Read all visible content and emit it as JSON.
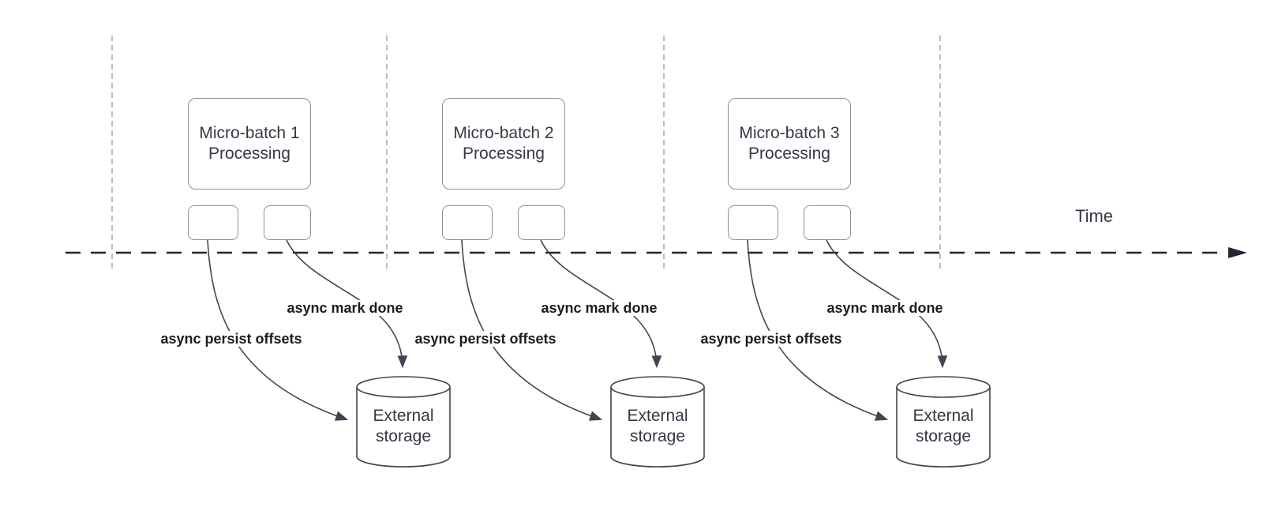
{
  "diagram": {
    "time_label": "Time",
    "groups": [
      {
        "title": "Micro-batch 1\nProcessing",
        "persist_label": "async persist offsets",
        "done_label": "async mark done",
        "storage_label": "External\nstorage"
      },
      {
        "title": "Micro-batch 2\nProcessing",
        "persist_label": "async persist offsets",
        "done_label": "async mark done",
        "storage_label": "External\nstorage"
      },
      {
        "title": "Micro-batch 3\nProcessing",
        "persist_label": "async persist offsets",
        "done_label": "async mark done",
        "storage_label": "External\nstorage"
      }
    ],
    "colors": {
      "arrow_line": "#3f4650",
      "timeline": "#23262e",
      "interval_divider": "#a8a8a8",
      "shape_stroke": "#8b9099",
      "shape_text": "#333945",
      "label_text": "#191c22",
      "background": "#ffffff"
    }
  }
}
